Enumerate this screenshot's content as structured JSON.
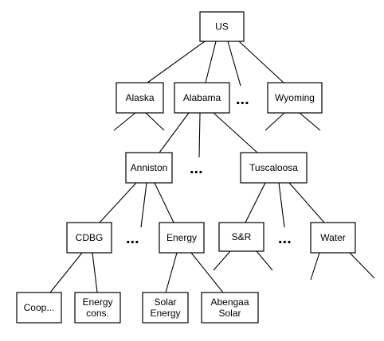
{
  "nodes": {
    "us": {
      "lines": [
        "US"
      ]
    },
    "alaska": {
      "lines": [
        "Alaska"
      ]
    },
    "alabama": {
      "lines": [
        "Alabama"
      ]
    },
    "wyoming": {
      "lines": [
        "Wyoming"
      ]
    },
    "anniston": {
      "lines": [
        "Anniston"
      ]
    },
    "tuscaloosa": {
      "lines": [
        "Tuscaloosa"
      ]
    },
    "cdbg": {
      "lines": [
        "CDBG"
      ]
    },
    "energy": {
      "lines": [
        "Energy"
      ]
    },
    "sr": {
      "lines": [
        "S&R"
      ]
    },
    "water": {
      "lines": [
        "Water"
      ]
    },
    "coop": {
      "lines": [
        "Coop..."
      ]
    },
    "energy_cons": {
      "lines": [
        "Energy",
        "cons."
      ]
    },
    "solar_energy": {
      "lines": [
        "Solar",
        "Energy"
      ]
    },
    "abengaa_solar": {
      "lines": [
        "Abengaa",
        "Solar"
      ]
    }
  },
  "ellipsis_text": "..."
}
